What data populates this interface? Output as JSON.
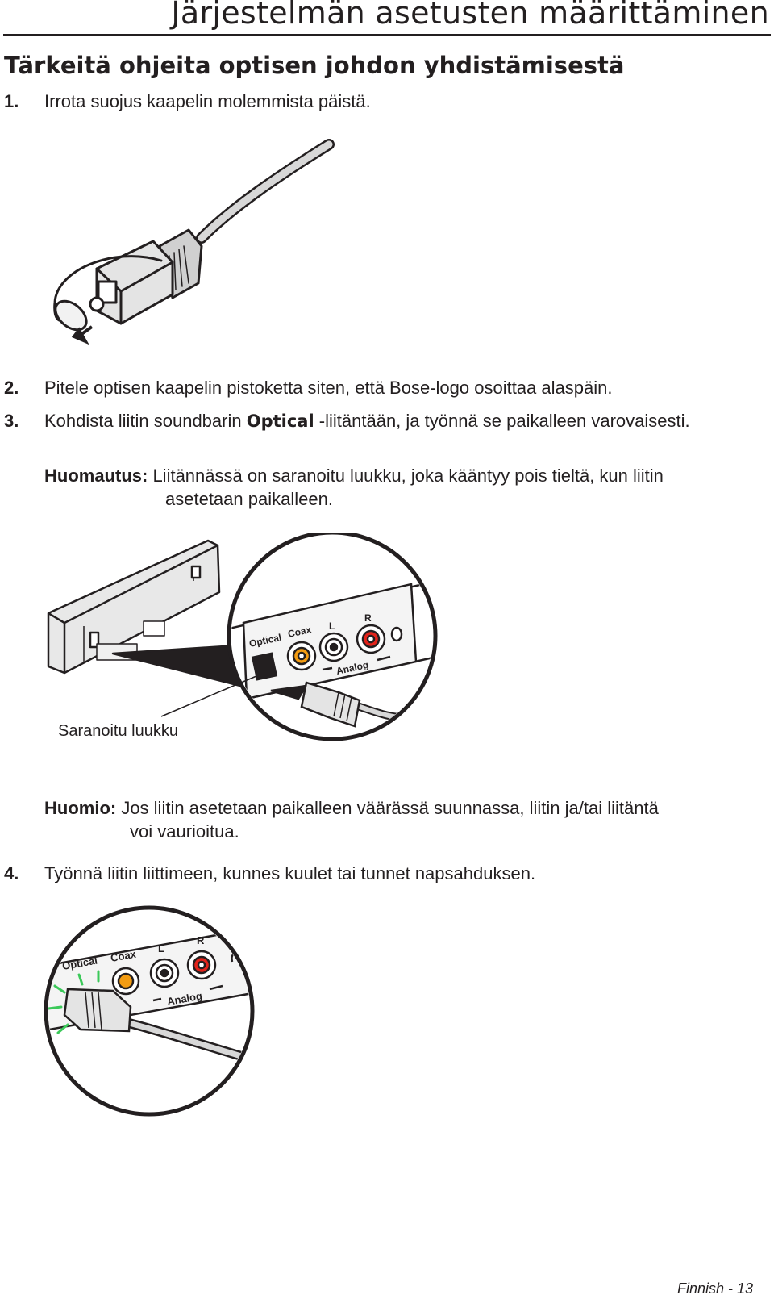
{
  "header": {
    "title": "Järjestelmän asetusten määrittäminen"
  },
  "section": {
    "title": "Tärkeitä ohjeita optisen johdon yhdistämisestä"
  },
  "steps": [
    {
      "num": "1.",
      "text": "Irrota suojus kaapelin molemmista päistä."
    },
    {
      "num": "2.",
      "text": "Pitele optisen kaapelin pistoketta siten, että Bose-logo osoittaa alaspäin."
    },
    {
      "num": "3.",
      "text_before": "Kohdista liitin soundbarin ",
      "optical": "Optical",
      "text_after": " -liitäntään, ja työnnä se paikalleen varovaisesti."
    },
    {
      "num": "4.",
      "text": "Työnnä liitin liittimeen, kunnes kuulet tai tunnet napsahduksen."
    }
  ],
  "note": {
    "label": "Huomautus:",
    "line1": " Liitännässä on saranoitu luukku, joka kääntyy pois tieltä, kun liitin",
    "line2": "asetetaan paikalleen."
  },
  "caution": {
    "label": "Huomio:",
    "line1": " Jos liitin asetetaan paikalleen väärässä suunnassa, liitin ja/tai liitäntä",
    "line2": "voi vaurioitua."
  },
  "figure2": {
    "callout": "Saranoitu luukku",
    "port_labels": {
      "optical": "Optical",
      "coax": "Coax",
      "left": "L",
      "right": "R",
      "analog": "Analog"
    }
  },
  "figure3": {
    "port_labels": {
      "optical": "Optical",
      "coax": "Coax",
      "left": "L",
      "right": "R",
      "analog": "Analog"
    }
  },
  "footer": {
    "page": "Finnish - 13"
  },
  "colors": {
    "text": "#231f20",
    "coax_port": "#f39c12",
    "right_port": "#e2231a",
    "click_marks": "#3cc95a"
  }
}
